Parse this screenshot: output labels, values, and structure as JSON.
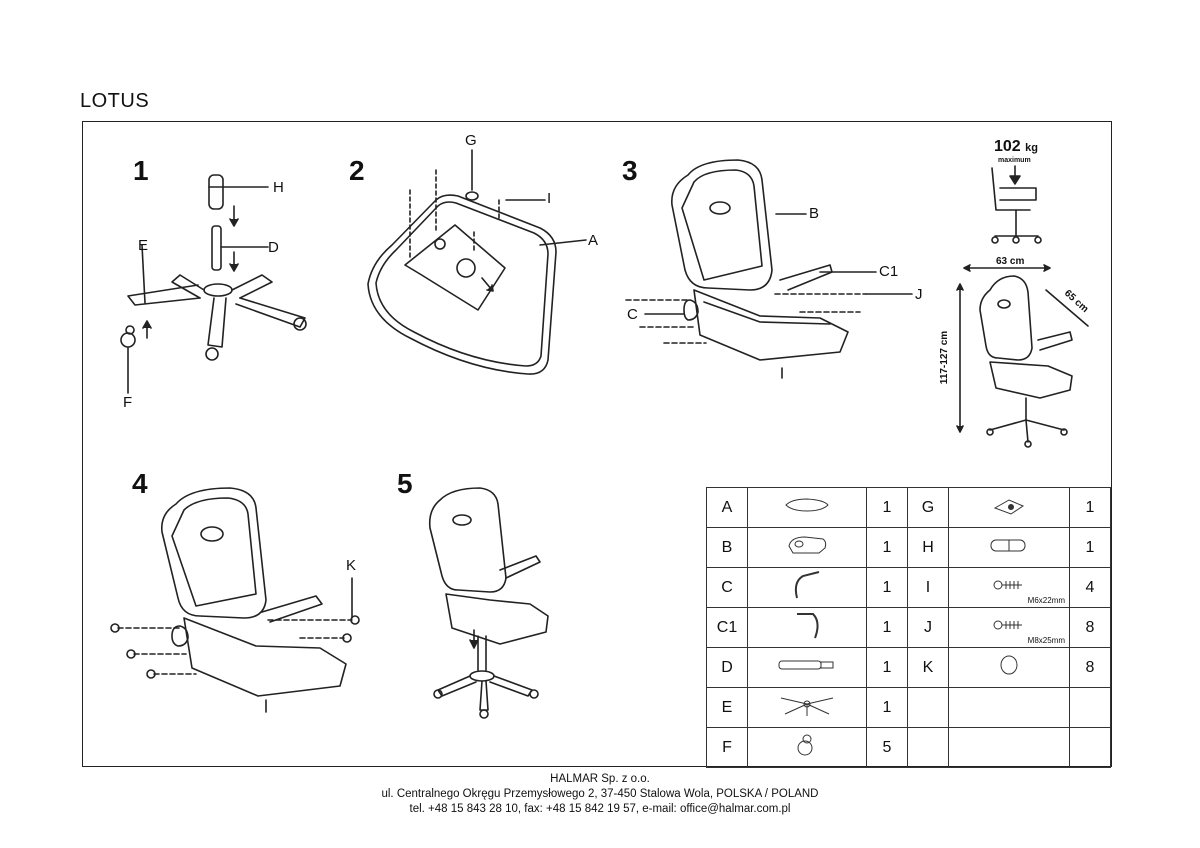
{
  "title": "LOTUS",
  "steps": [
    "1",
    "2",
    "3",
    "4",
    "5"
  ],
  "labels": {
    "h": "H",
    "d": "D",
    "e": "E",
    "f": "F",
    "g": "G",
    "i": "I",
    "a": "A",
    "b": "B",
    "c1": "C1",
    "j": "J",
    "c": "C",
    "k": "K"
  },
  "capacity": {
    "value": "102",
    "unit": "kg",
    "note": "maximum"
  },
  "dimensions": {
    "width": "63 cm",
    "depth": "65 cm",
    "height": "117-127 cm"
  },
  "parts": [
    {
      "left": {
        "letter": "A",
        "qty": "1",
        "icon": "seat-plate-icon"
      },
      "right": {
        "letter": "G",
        "qty": "1",
        "icon": "mechanism-icon",
        "size": ""
      }
    },
    {
      "left": {
        "letter": "B",
        "qty": "1",
        "icon": "backrest-icon"
      },
      "right": {
        "letter": "H",
        "qty": "1",
        "icon": "cover-icon",
        "size": ""
      }
    },
    {
      "left": {
        "letter": "C",
        "qty": "1",
        "icon": "armrest-left-icon"
      },
      "right": {
        "letter": "I",
        "qty": "4",
        "icon": "screw-icon",
        "size": "M6x22mm"
      }
    },
    {
      "left": {
        "letter": "C1",
        "qty": "1",
        "icon": "armrest-right-icon"
      },
      "right": {
        "letter": "J",
        "qty": "8",
        "icon": "screw-icon",
        "size": "M8x25mm"
      }
    },
    {
      "left": {
        "letter": "D",
        "qty": "1",
        "icon": "gas-lift-icon"
      },
      "right": {
        "letter": "K",
        "qty": "8",
        "icon": "cap-icon",
        "size": ""
      }
    },
    {
      "left": {
        "letter": "E",
        "qty": "1",
        "icon": "base-icon"
      },
      "right": {
        "letter": "",
        "qty": "",
        "icon": "",
        "size": ""
      }
    },
    {
      "left": {
        "letter": "F",
        "qty": "5",
        "icon": "caster-icon"
      },
      "right": {
        "letter": "",
        "qty": "",
        "icon": "",
        "size": ""
      }
    }
  ],
  "footer": {
    "company": "HALMAR Sp. z o.o.",
    "address": "ul. Centralnego Okręgu Przemysłowego 2, 37-450 Stalowa Wola, POLSKA / POLAND",
    "contact": "tel. +48 15 843 28 10, fax: +48 15 842 19 57, e-mail: office@halmar.com.pl"
  }
}
